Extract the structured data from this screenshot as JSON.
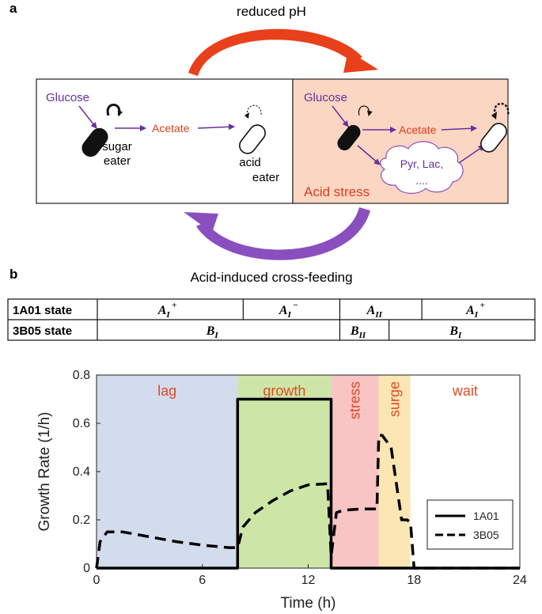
{
  "panel_a": {
    "label": "a",
    "top_caption": "reduced pH",
    "bottom_caption": "Acid-induced cross-feeding",
    "left_box": {
      "glucose": "Glucose",
      "acetate": "Acetate",
      "sugar_eater": [
        "sugar",
        "eater"
      ],
      "acid_eater": [
        "acid",
        "eater"
      ]
    },
    "right_box": {
      "glucose": "Glucose",
      "acetate": "Acetate",
      "cloud": [
        "Pyr, Lac,",
        "...."
      ],
      "stress_label": "Acid stress",
      "fill": "#fbd6c2"
    },
    "colors": {
      "purple": "#6a2fa0",
      "orange_red": "#e03d1c",
      "arrow_red": "#e8401a",
      "arrow_purple": "#8a4fbf"
    }
  },
  "panel_b": {
    "label": "b",
    "state_table": {
      "rows": [
        {
          "name": "1A01 state",
          "cells": [
            {
              "base": "A",
              "sub": "I",
              "sup": "+",
              "t0": 0,
              "t1": 8
            },
            {
              "base": "A",
              "sub": "I",
              "sup": "−",
              "t0": 8,
              "t1": 13.3
            },
            {
              "base": "A",
              "sub": "II",
              "sup": "",
              "t0": 13.3,
              "t1": 17.8
            },
            {
              "base": "A",
              "sub": "I",
              "sup": "+",
              "t0": 17.8,
              "t1": 24
            }
          ]
        },
        {
          "name": "3B05 state",
          "cells": [
            {
              "base": "B",
              "sub": "I",
              "sup": "",
              "t0": 0,
              "t1": 13.3
            },
            {
              "base": "B",
              "sub": "II",
              "sup": "",
              "t0": 13.3,
              "t1": 16
            },
            {
              "base": "B",
              "sub": "I",
              "sup": "",
              "t0": 16,
              "t1": 24
            }
          ]
        }
      ]
    }
  },
  "chart_data": {
    "type": "line",
    "xlabel": "Time (h)",
    "ylabel": "Growth Rate (1/h)",
    "xlim": [
      0,
      24
    ],
    "ylim": [
      0,
      0.8
    ],
    "xticks": [
      0,
      6,
      12,
      18,
      24
    ],
    "yticks": [
      0,
      0.2,
      0.4,
      0.6,
      0.8
    ],
    "legend_position": "lower-right",
    "phases": [
      {
        "name": "lag",
        "t0": 0,
        "t1": 8,
        "color": "#d2dcec"
      },
      {
        "name": "growth",
        "t0": 8,
        "t1": 13.3,
        "color": "#cde6a8"
      },
      {
        "name": "stress",
        "t0": 13.3,
        "t1": 16,
        "color": "#f9c4c4"
      },
      {
        "name": "surge",
        "t0": 16,
        "t1": 17.8,
        "color": "#fbe6b4"
      },
      {
        "name": "wait",
        "t0": 17.8,
        "t1": 24,
        "color": "#ffffff"
      }
    ],
    "phase_label_color": "#e04a24",
    "series": [
      {
        "name": "1A01",
        "style": "solid",
        "x": [
          0,
          8,
          8,
          13.3,
          13.3,
          24
        ],
        "y": [
          0,
          0,
          0.7,
          0.7,
          0,
          0
        ]
      },
      {
        "name": "3B05",
        "style": "dashed",
        "x": [
          0,
          0.2,
          0.6,
          1.5,
          3,
          4.5,
          6,
          7.5,
          8,
          8.3,
          9,
          10,
          11,
          12,
          13.1,
          13.3,
          13.6,
          14,
          15,
          15.9,
          16,
          16.2,
          16.7,
          17.3,
          17.6,
          17.8,
          18,
          24
        ],
        "y": [
          0,
          0.11,
          0.15,
          0.15,
          0.13,
          0.11,
          0.095,
          0.085,
          0.085,
          0.17,
          0.23,
          0.28,
          0.32,
          0.345,
          0.35,
          0.05,
          0.23,
          0.24,
          0.245,
          0.245,
          0.55,
          0.55,
          0.5,
          0.2,
          0.2,
          0.19,
          0,
          0
        ]
      }
    ]
  }
}
